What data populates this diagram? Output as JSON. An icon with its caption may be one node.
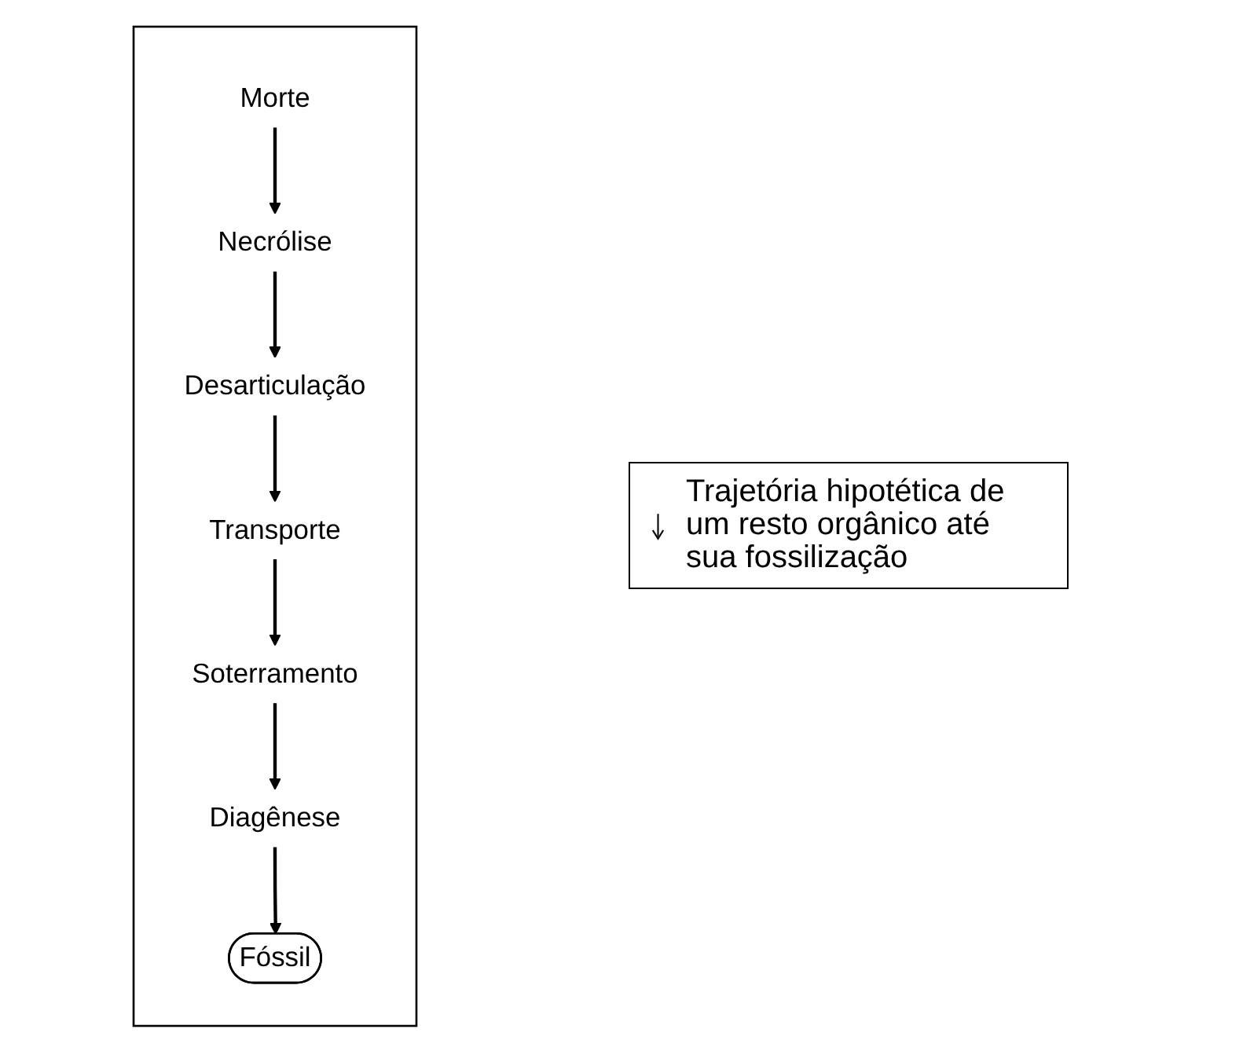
{
  "diagram": {
    "nodes": [
      {
        "text": [],
        "shape": "box"
      },
      {
        "text": [
          "Morte"
        ],
        "in": 0
      },
      {
        "text": [
          "Necrólise"
        ],
        "in": 0
      },
      {
        "text": [
          "Desarticulação"
        ],
        "in": 0
      },
      {
        "text": [
          "Transporte"
        ],
        "in": 0
      },
      {
        "text": [
          "Soterramento"
        ],
        "in": 0
      },
      {
        "text": [
          "Diagênese"
        ],
        "in": 0
      },
      {
        "text": [
          "Fóssil"
        ],
        "in": 0
      }
    ],
    "edges": [
      {
        "from": 1,
        "to": 2,
        "arrow": "to"
      },
      {
        "from": 2,
        "to": 3,
        "arrow": "to"
      },
      {
        "from": 3,
        "to": 4,
        "arrow": "to"
      },
      {
        "from": 4,
        "to": 5,
        "arrow": "to"
      },
      {
        "from": 5,
        "to": 6,
        "arrow": "to"
      },
      {
        "from": 6,
        "to": 7,
        "arrow": "to"
      }
    ],
    "legend": [
      {
        "text": "Trajetória hipotética de um resto orgânico até sua fossilização"
      }
    ]
  }
}
